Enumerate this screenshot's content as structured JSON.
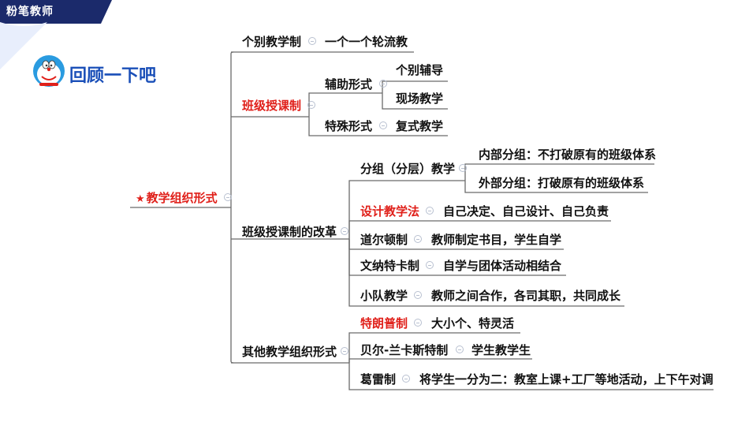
{
  "brand": {
    "logo_text": "粉笔教师"
  },
  "header": {
    "title": "回顾一下吧",
    "mascot_icon": "doraemon-mascot-icon"
  },
  "colors": {
    "accent_red": "#e0201a",
    "title_blue": "#1a4fb8",
    "brand_navy": "#1b2a6b"
  },
  "mindmap": {
    "root": "教学组织形式",
    "n1": "个别教学制",
    "n1a": "一个一个轮流教",
    "n2": "班级授课制",
    "n2a": "辅助形式",
    "n2a1": "个别辅导",
    "n2a2": "现场教学",
    "n2b": "特殊形式",
    "n2b1": "复式教学",
    "n3": "班级授课制的改革",
    "n3a": "分组（分层）教学",
    "n3a1": "内部分组：不打破原有的班级体系",
    "n3a2": "外部分组：打破原有的班级体系",
    "n3b": "设计教学法",
    "n3b1": "自己决定、自己设计、自己负责",
    "n3c": "道尔顿制",
    "n3c1": "教师制定书目，学生自学",
    "n3d": "文纳特卡制",
    "n3d1": "自学与团体活动相结合",
    "n3e": "小队教学",
    "n3e1": "教师之间合作，各司其职，共同成长",
    "n4": "其他教学组织形式",
    "n4a": "特朗普制",
    "n4a1": "大小个、特灵活",
    "n4b": "贝尔-兰卡斯特制",
    "n4b1": "学生教学生",
    "n4c": "葛雷制",
    "n4c1": "将学生一分为二：教室上课+工厂等地活动，上下午对调"
  }
}
